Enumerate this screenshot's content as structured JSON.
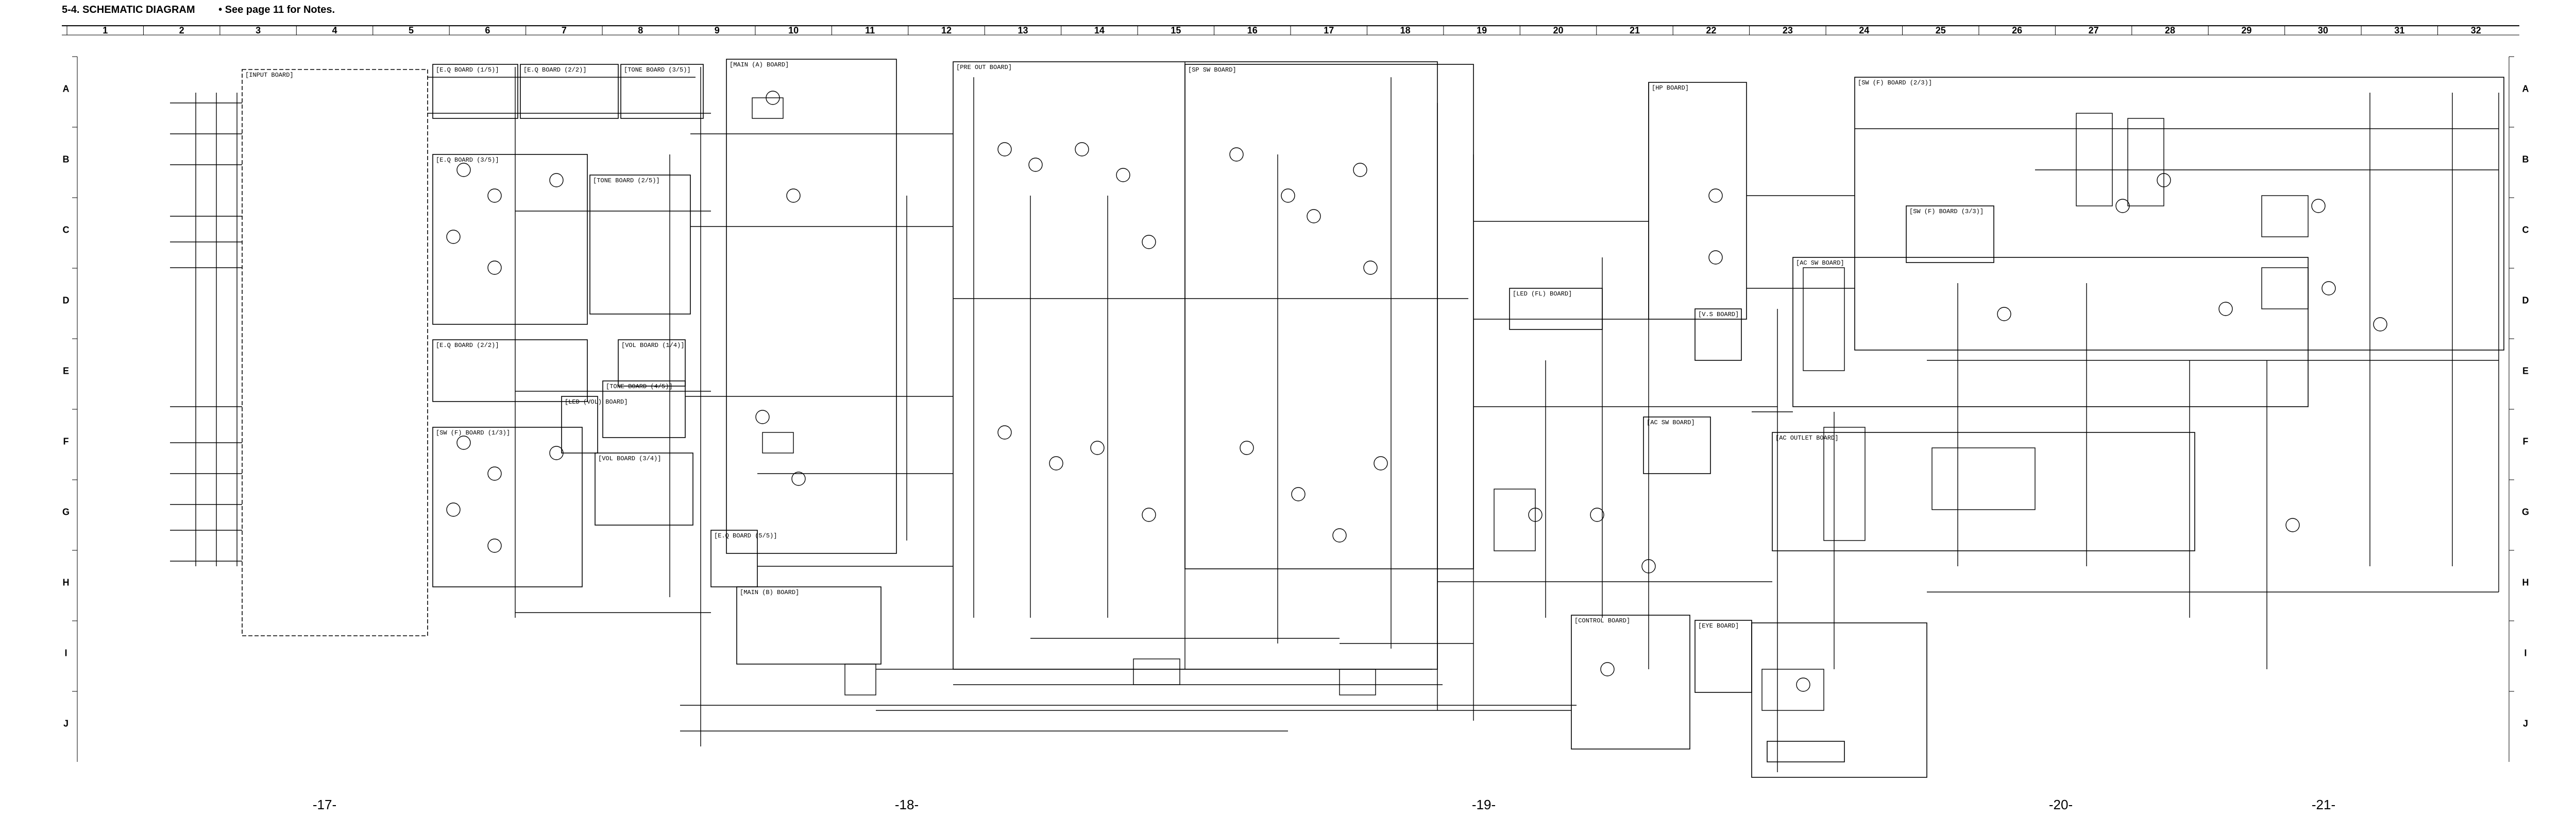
{
  "header": {
    "title": "5-4.  SCHEMATIC DIAGRAM",
    "note": "•  See page 11 for Notes."
  },
  "grid": {
    "columns": [
      "1",
      "2",
      "3",
      "4",
      "5",
      "6",
      "7",
      "8",
      "9",
      "10",
      "11",
      "12",
      "13",
      "14",
      "15",
      "16",
      "17",
      "18",
      "19",
      "20",
      "21",
      "22",
      "23",
      "24",
      "25",
      "26",
      "27",
      "28",
      "29",
      "30",
      "31",
      "32"
    ],
    "rows": [
      "A",
      "B",
      "C",
      "D",
      "E",
      "F",
      "G",
      "H",
      "I",
      "J"
    ]
  },
  "page_numbers": [
    "-17-",
    "-18-",
    "-19-",
    "-20-",
    "-21-"
  ],
  "boards": [
    "[INPUT BOARD]",
    "[E.Q BOARD (1/5)]",
    "[E.Q BOARD (2/2)]",
    "[TONE BOARD (3/5)]",
    "[E.Q BOARD (3/5)]",
    "[TONE BOARD (2/5)]",
    "[VOL BOARD (1/4)]",
    "[E.Q BOARD (2/2)]",
    "[VOL BOARD (3/4)]",
    "[TONE BOARD (4/5)]",
    "[LED (VOL) BOARD]",
    "[E.Q BOARD (5/5)]",
    "[SW (F) BOARD (1/3)]",
    "[MAIN (A) BOARD]",
    "[MAIN (B) BOARD]",
    "[PRE OUT BOARD]",
    "[SP SW BOARD]",
    "[HP BOARD]",
    "[LED (FL) BOARD]",
    "[V.S BOARD]",
    "[AC SW BOARD]",
    "[CONTROL BOARD]",
    "[EYE BOARD]",
    "[SW (F) BOARD (2/3)]",
    "[SW (F) BOARD (3/3)]",
    "[AC SW BOARD]",
    "[AC OUTLET BOARD]"
  ]
}
